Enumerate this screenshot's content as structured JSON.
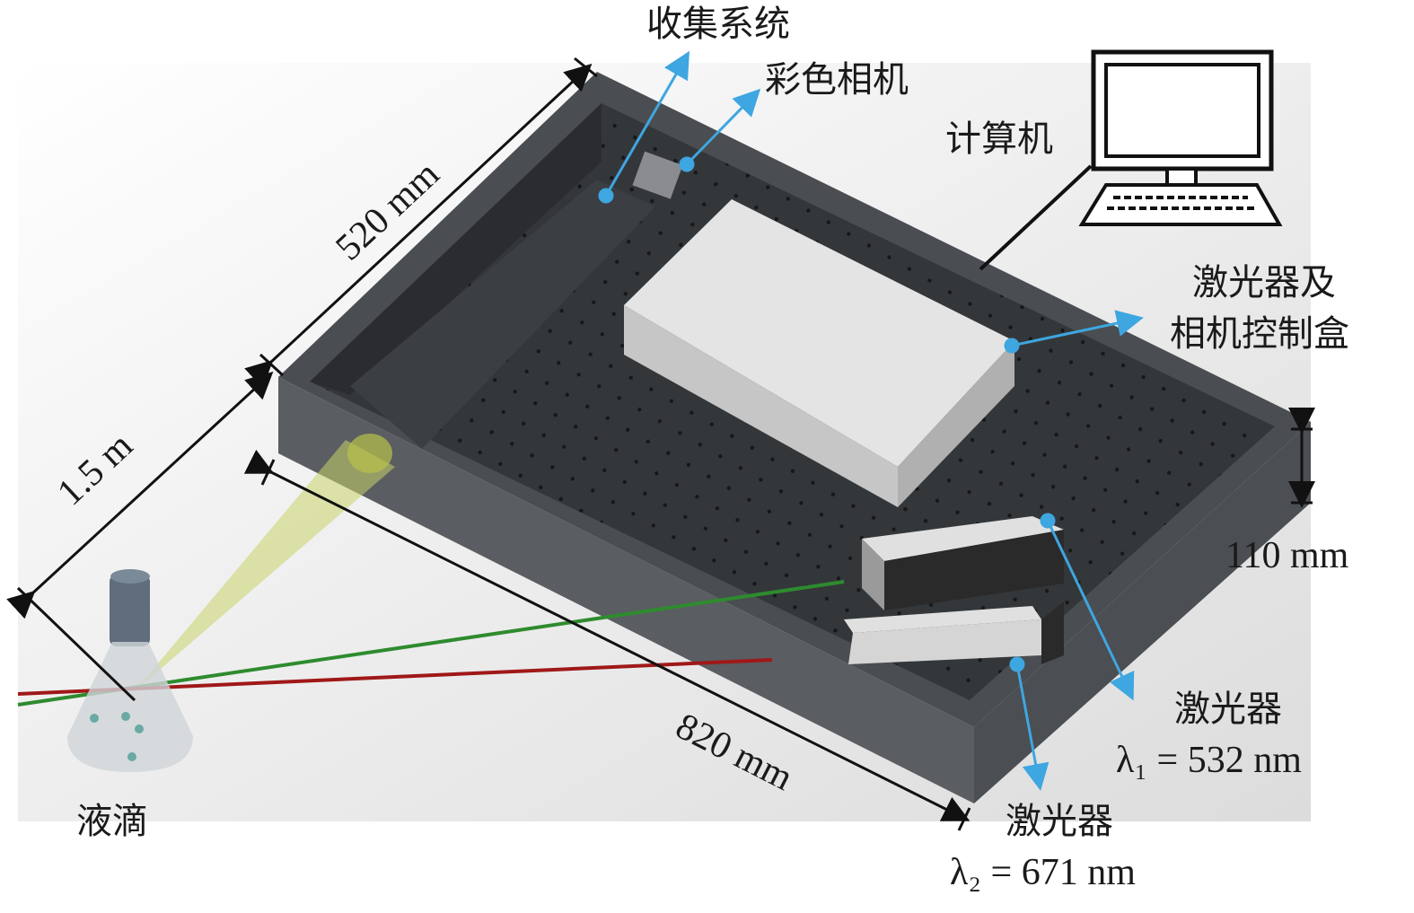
{
  "labels": {
    "collection_system": "收集系统",
    "color_camera": "彩色相机",
    "computer": "计算机",
    "control_box_line1": "激光器及",
    "control_box_line2": "相机控制盒",
    "laser1": "激光器",
    "laser1_wavelength": "λ₁ = 532 nm",
    "laser2": "激光器",
    "laser2_wavelength": "λ₂ = 671 nm",
    "droplet": "液滴"
  },
  "dimensions": {
    "width": "520 mm",
    "distance": "1.5 m",
    "length": "820 mm",
    "height": "110 mm"
  },
  "colors": {
    "annotation_arrow": "#3ea6e0",
    "green_laser": "#2e8b2e",
    "red_laser": "#a01818",
    "box": "#55585c"
  }
}
